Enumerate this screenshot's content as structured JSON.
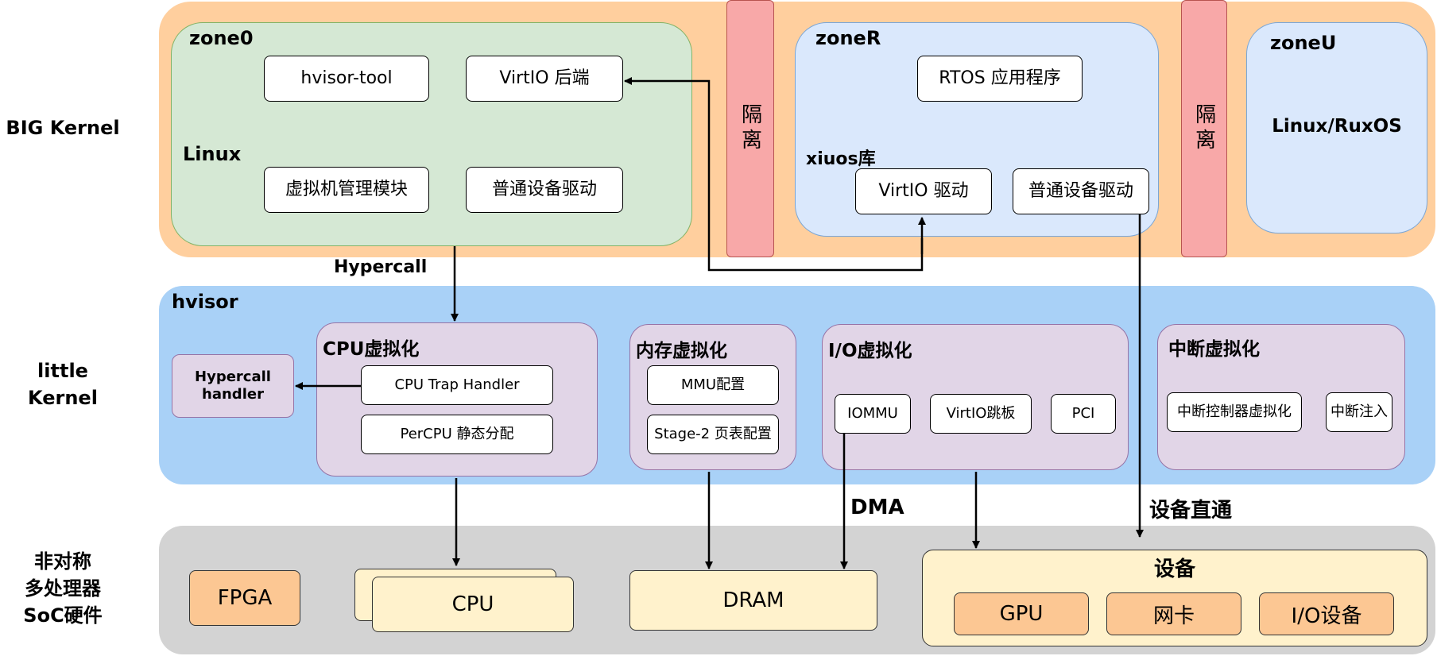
{
  "layers": {
    "big": "BIG Kernel",
    "little_line1": "little",
    "little_line2": "Kernel",
    "hw_line1": "非对称",
    "hw_line2": "多处理器",
    "hw_line3": "SoC硬件"
  },
  "zone0": {
    "title": "zone0",
    "os": "Linux",
    "hvisor_tool": "hvisor-tool",
    "virtio_backend": "VirtIO 后端",
    "vm_manager": "虚拟机管理模块",
    "device_driver": "普通设备驱动"
  },
  "isolation": {
    "label": "隔离"
  },
  "zoneR": {
    "title": "zoneR",
    "rtos_app": "RTOS 应用程序",
    "lib": "xiuos库",
    "virtio_driver": "VirtIO 驱动",
    "device_driver": "普通设备驱动"
  },
  "zoneU": {
    "title": "zoneU",
    "os": "Linux/RuxOS"
  },
  "hvisor": {
    "title": "hvisor",
    "hypercall_label": "Hypercall",
    "hypercall_handler_line1": "Hypercall",
    "hypercall_handler_line2": "handler",
    "cpu_virt": {
      "title": "CPU虚拟化",
      "trap_handler": "CPU Trap Handler",
      "percpu": "PerCPU 静态分配"
    },
    "mem_virt": {
      "title": "内存虚拟化",
      "mmu": "MMU配置",
      "stage2": "Stage-2 页表配置"
    },
    "io_virt": {
      "title": "I/O虚拟化",
      "iommu": "IOMMU",
      "virtio_tramp": "VirtIO跳板",
      "pci": "PCI"
    },
    "irq_virt": {
      "title": "中断虚拟化",
      "controller": "中断控制器虚拟化",
      "inject": "中断注入"
    }
  },
  "flows": {
    "dma": "DMA",
    "passthrough": "设备直通"
  },
  "hardware": {
    "fpga": "FPGA",
    "cpu": "CPU",
    "dram": "DRAM",
    "devices": {
      "title": "设备",
      "gpu": "GPU",
      "nic": "网卡",
      "io": "I/O设备"
    }
  },
  "colors": {
    "big_layer": "#ffcf9e",
    "little_layer": "#a9d1f7",
    "hw_layer": "#d3d3d3",
    "zone0": "#d5e8d4",
    "zone_rtos": "#dae8fc",
    "isolation": "#f8a8a8",
    "virt_module": "#e1d5e7",
    "hw_orange": "#fcc793",
    "hw_cream": "#fff2cc"
  }
}
